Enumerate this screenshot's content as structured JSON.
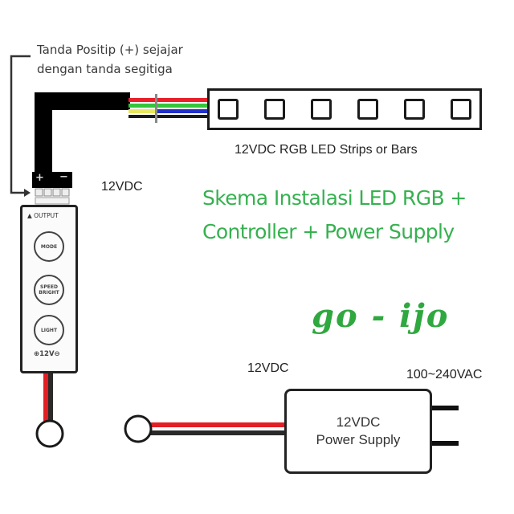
{
  "annotation": {
    "line1": "Tanda Positip (+) sejajar",
    "line2": "dengan tanda segitiga"
  },
  "led_strip": {
    "label": "12VDC RGB LED Strips or Bars",
    "led_count": 6,
    "wire_colors": [
      "#e8202a",
      "#35c43a",
      "#e8e860",
      "#1a1a1a",
      "#2030c8"
    ]
  },
  "connector": {
    "plus": "+",
    "minus": "−",
    "voltage_label": "12VDC"
  },
  "controller": {
    "output_label": "▲ OUTPUT",
    "buttons": [
      {
        "label": "MODE"
      },
      {
        "label": "SPEED BRIGHT"
      },
      {
        "label": "LIGHT"
      }
    ],
    "power_label": "⊕12V⊖"
  },
  "title": {
    "line1": "Skema Instalasi LED RGB +",
    "line2": "Controller + Power Supply",
    "color": "#35b14f"
  },
  "brand": {
    "text": "go - ijo",
    "color": "#2fa83f"
  },
  "power_supply": {
    "dc_label": "12VDC",
    "ac_label": "100~240VAC",
    "box_line1": "12VDC",
    "box_line2": "Power Supply"
  },
  "wire_colors": {
    "positive": "#e31e24",
    "negative": "#2a2a2a"
  }
}
